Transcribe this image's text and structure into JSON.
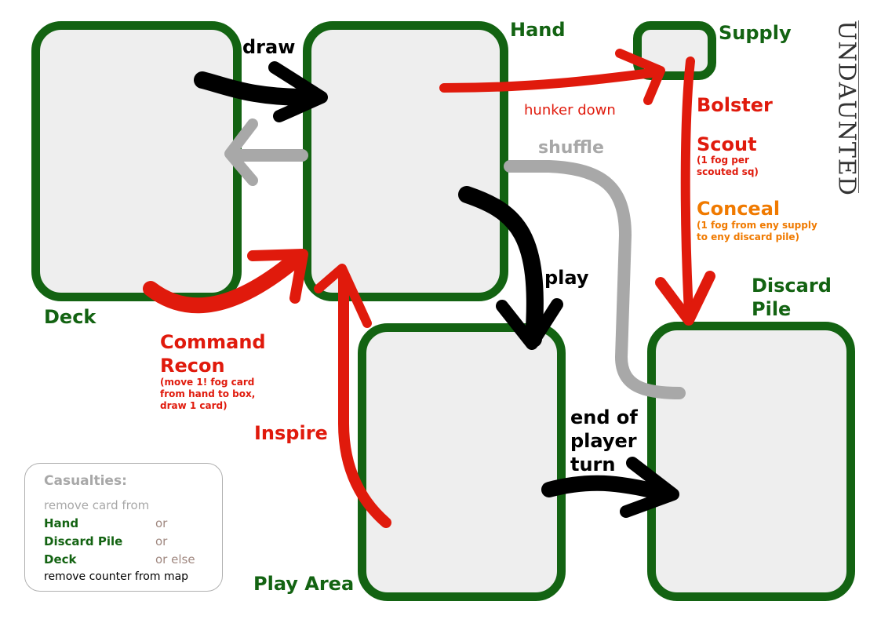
{
  "zones": {
    "deck": "Deck",
    "hand": "Hand",
    "supply": "Supply",
    "discard_line1": "Discard",
    "discard_line2": "Pile",
    "play_area": "Play Area"
  },
  "actions": {
    "draw": "draw",
    "hunker_down": "hunker down",
    "shuffle": "shuffle",
    "bolster": "Bolster",
    "scout": "Scout",
    "scout_note": "(1 fog per\nscouted sq)",
    "conceal": "Conceal",
    "conceal_note": "(1 fog from eny supply\nto eny discard pile)",
    "play": "play",
    "command": "Command",
    "recon": "Recon",
    "recon_note": "(move 1! fog card\nfrom hand to box,\ndraw 1 card)",
    "inspire": "Inspire",
    "end_turn_1": "end of",
    "end_turn_2": "player",
    "end_turn_3": "turn"
  },
  "casualties": {
    "title": "Casualties:",
    "intro": "remove card from",
    "hand": "Hand",
    "discard": "Discard Pile",
    "deck": "Deck",
    "or1": "or",
    "or2": "or",
    "or3": "or else",
    "last": "remove counter from map"
  },
  "brand": "UNDAUNTED",
  "colors": {
    "zone_border": "#136312",
    "zone_fill": "#eeeeee",
    "red_arrow": "#e01a0c",
    "black_arrow": "#000000",
    "gray_arrow": "#a8a8a8",
    "orange_text": "#f07a00"
  },
  "icons": [
    "arrow-icon"
  ]
}
